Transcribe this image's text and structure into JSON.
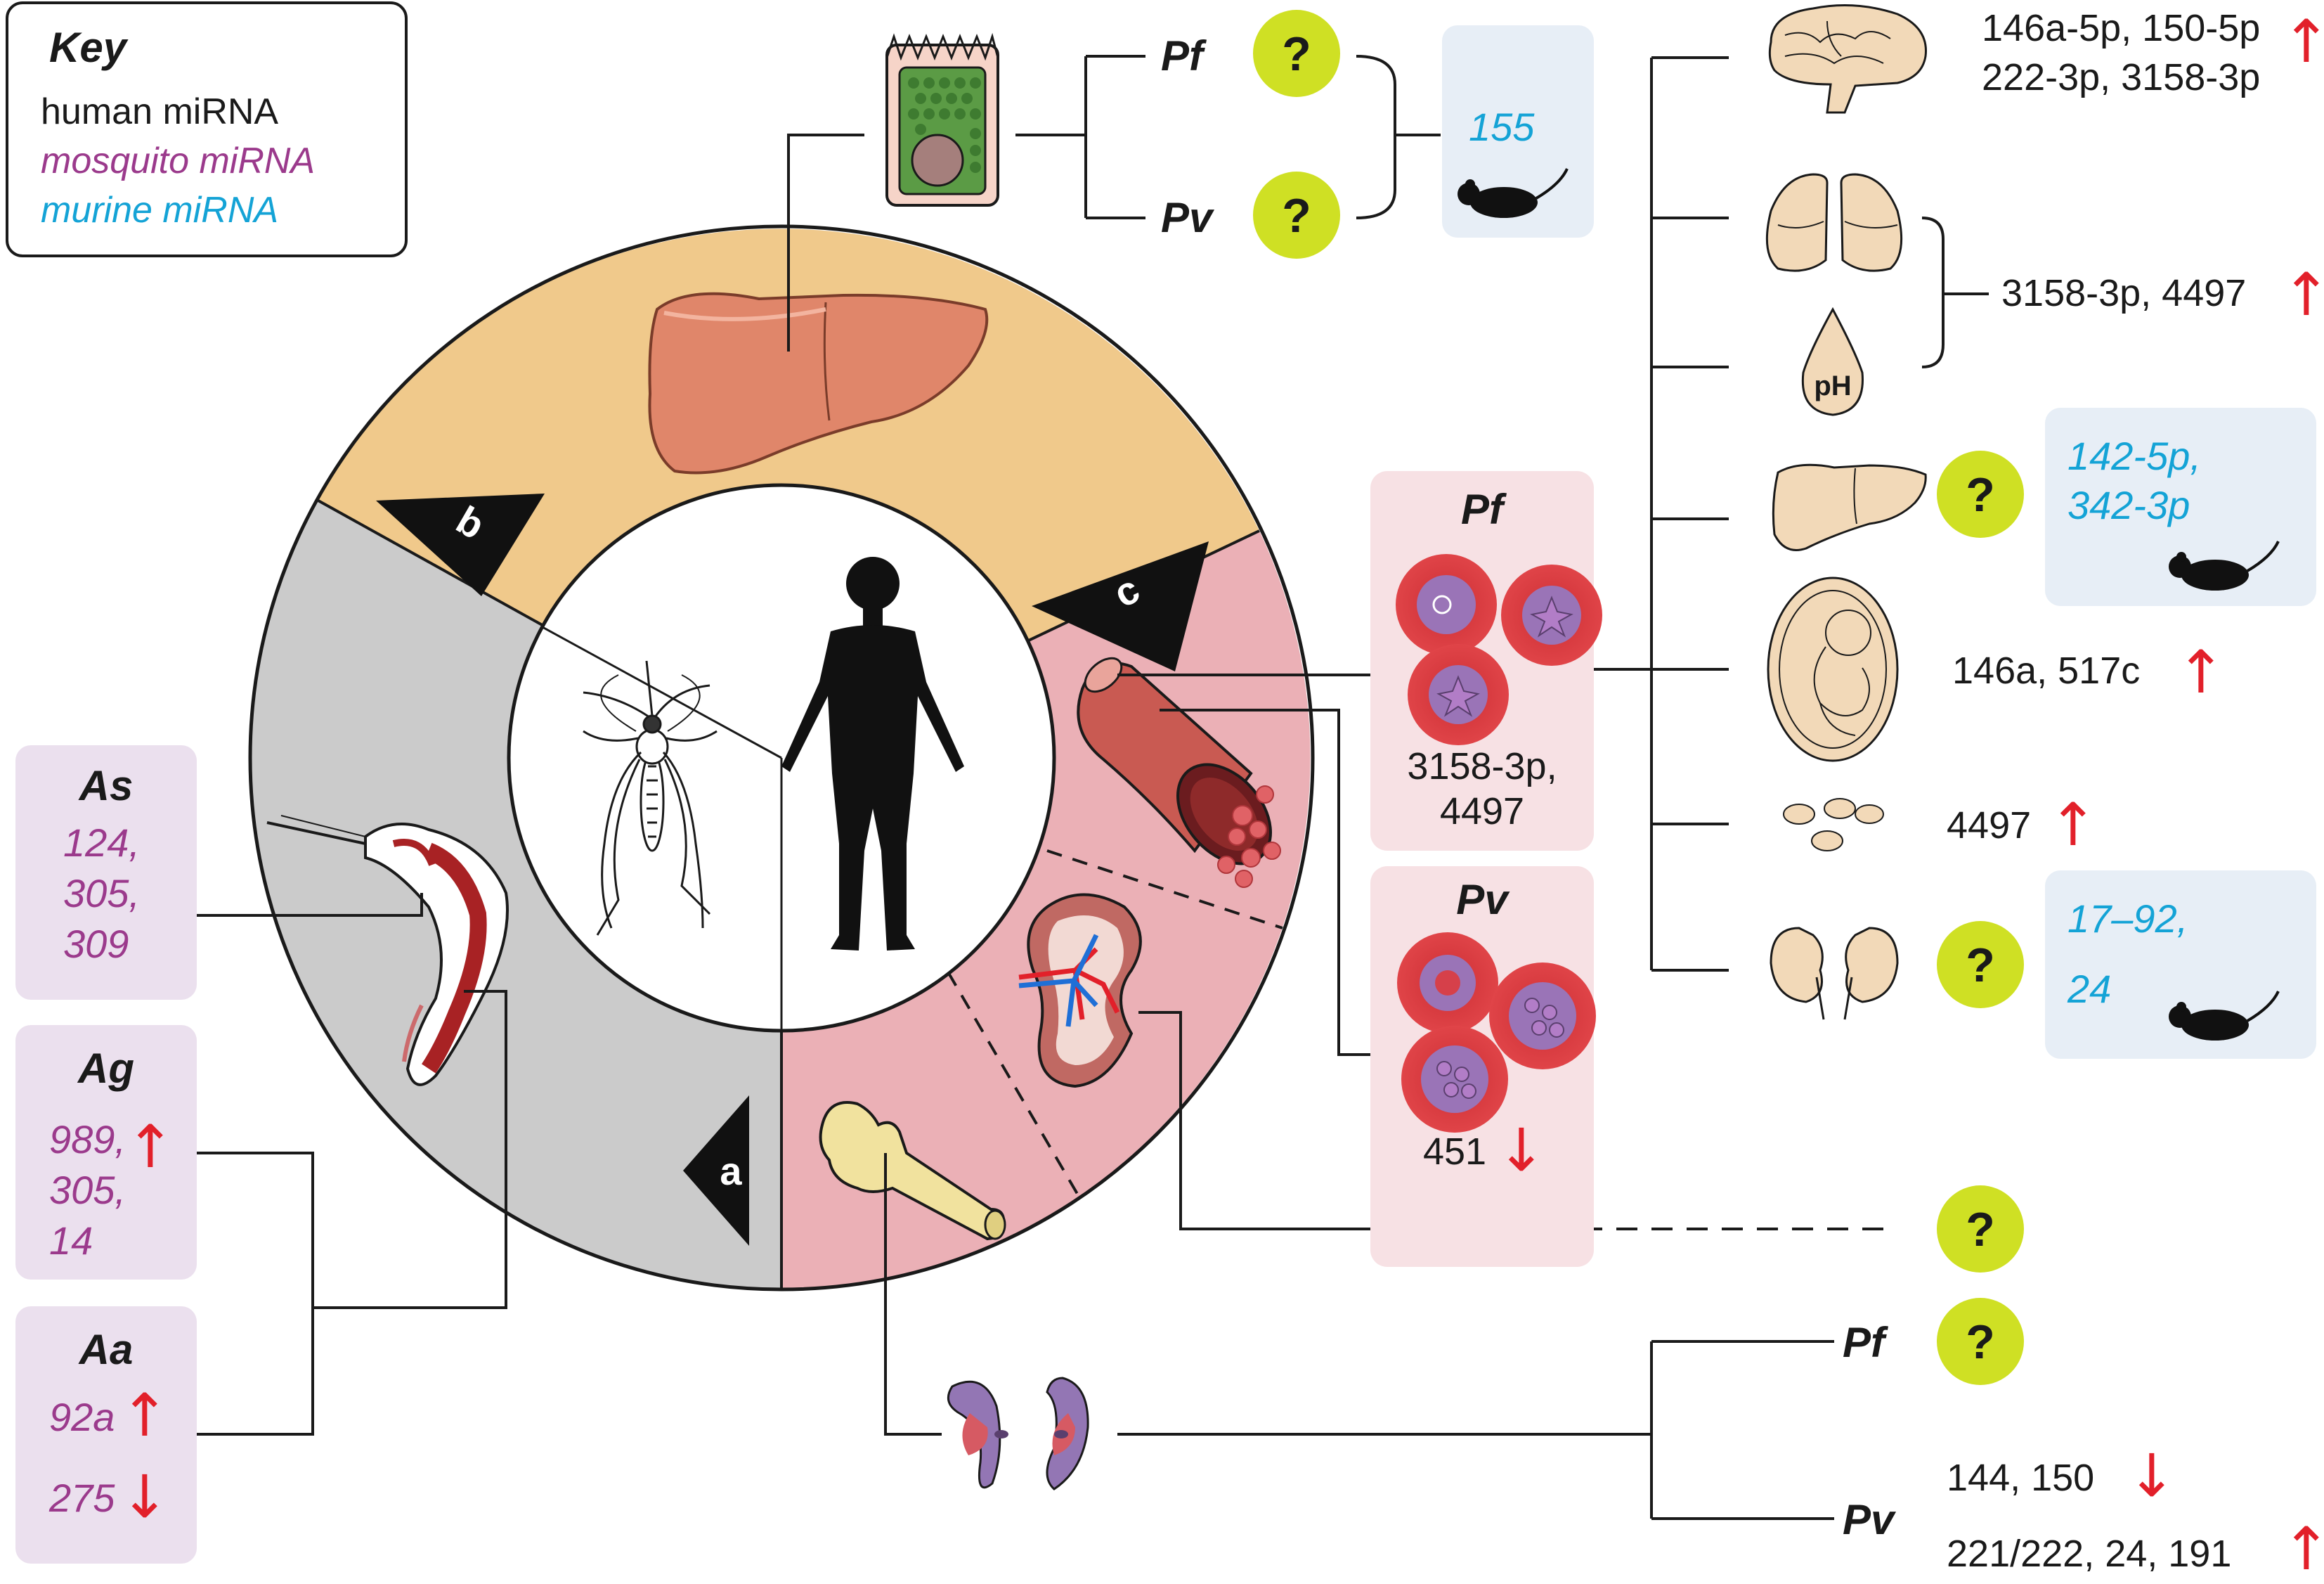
{
  "key": {
    "title": "Key",
    "human": "human miRNA",
    "mosquito": "mosquito miRNA",
    "murine": "murine miRNA"
  },
  "colors": {
    "human": "#1a1a1a",
    "mosquito": "#9b3a8c",
    "murine": "#14a3d6",
    "up_arrow": "#e2202a",
    "down_arrow": "#e2202a",
    "question_badge": "#cfe024",
    "segment_liver": "#f0c98b",
    "segment_blood": "#ebb0b6",
    "segment_mosquito": "#cbcbcb",
    "mosquito_box": "#ebe0ee",
    "murine_box": "#e7eef6",
    "blood_box": "#f7e1e4"
  },
  "segments": {
    "a": "a",
    "b": "b",
    "c": "c"
  },
  "question": "?",
  "up": "↑",
  "down": "↓",
  "liver_stage": {
    "pf": "Pf",
    "pv": "Pv",
    "murine": "155"
  },
  "mosquito_species": {
    "as": {
      "name": "As",
      "l1": "124,",
      "l2": "305,",
      "l3": "309"
    },
    "ag": {
      "name": "Ag",
      "l1": "989,",
      "l2": "305,",
      "l3": "14"
    },
    "aa": {
      "name": "Aa",
      "l1": "92a",
      "l2": "275"
    }
  },
  "blood": {
    "pf": {
      "name": "Pf",
      "l1": "3158-3p,",
      "l2": "4497"
    },
    "pv": {
      "name": "Pv",
      "l1": "451"
    }
  },
  "organs": {
    "brain": {
      "l1": "146a-5p, 150-5p",
      "l2": "222-3p, 3158-3p"
    },
    "lung_ph": {
      "l1": "3158-3p, 4497"
    },
    "ph_label": "pH",
    "liver": {
      "l1": "142-5p,",
      "l2": "342-3p"
    },
    "placenta": {
      "l1": "146a, 517c"
    },
    "rbc": {
      "l1": "4497"
    },
    "kidney": {
      "l1": "17–92,",
      "l2": "24"
    }
  },
  "gametocyte": {
    "pf": "Pf",
    "pv": "Pv",
    "pv_l1": "144, 150",
    "pv_l2": "221/222, 24, 191"
  }
}
